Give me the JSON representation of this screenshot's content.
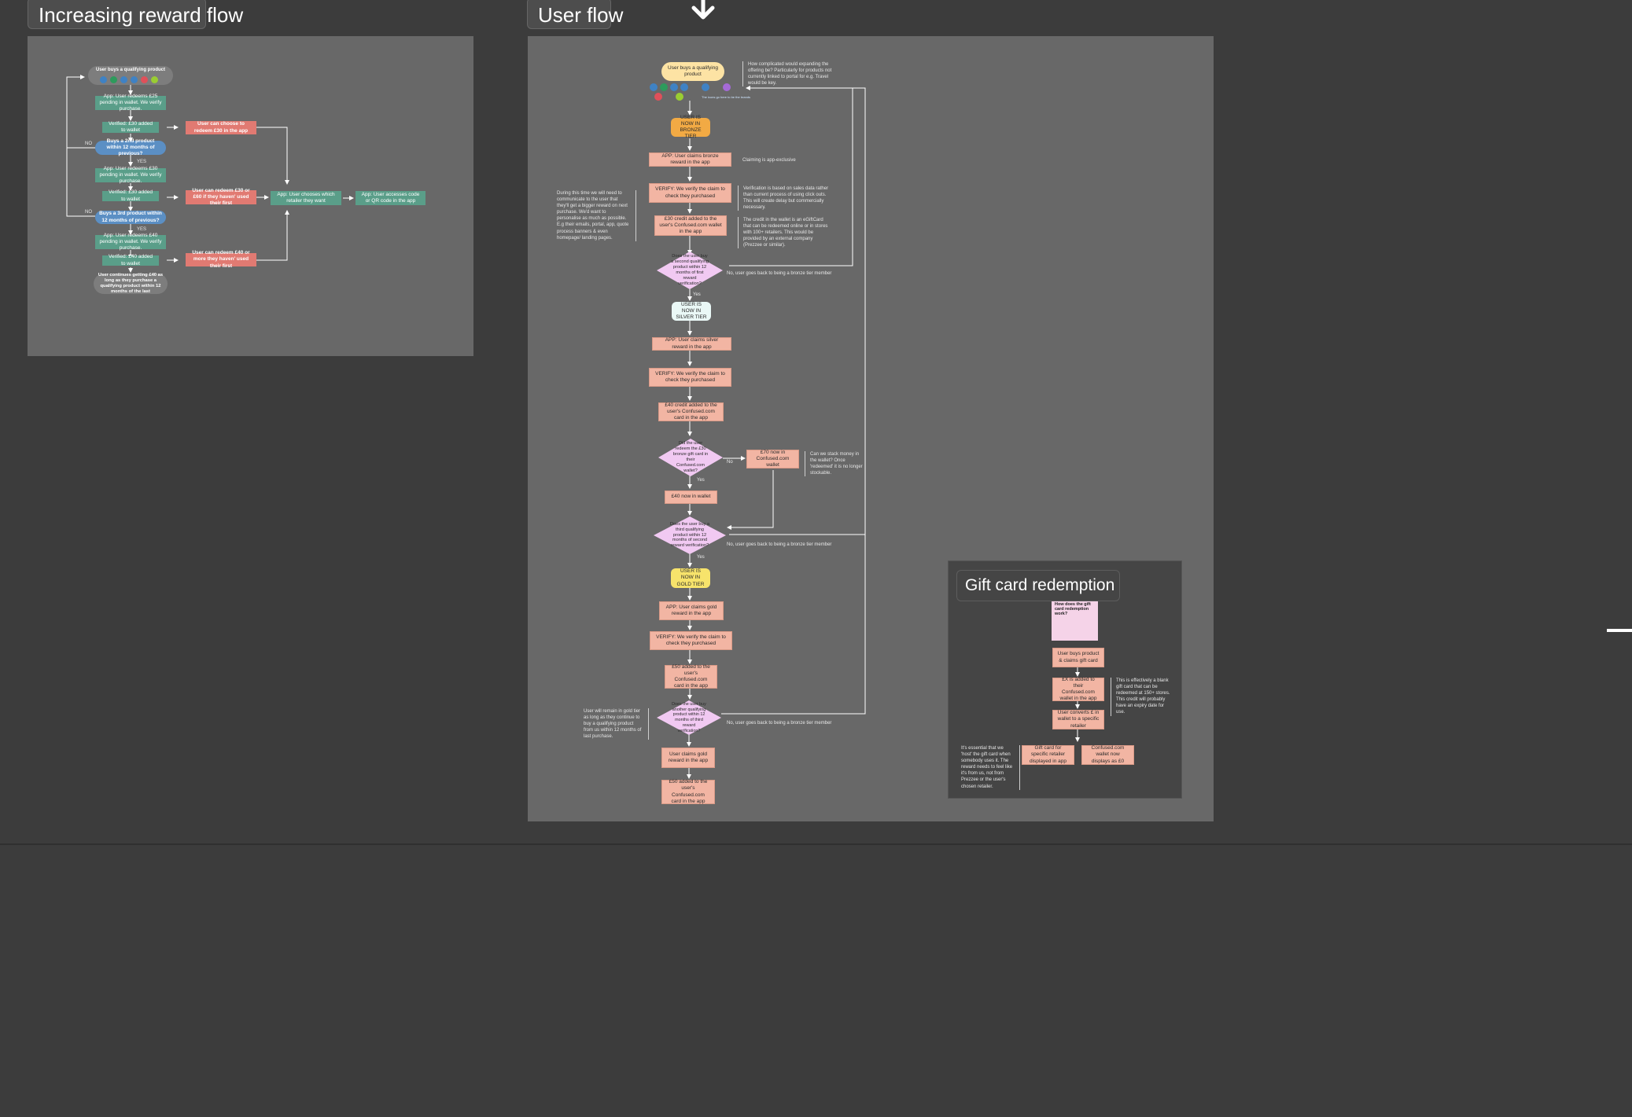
{
  "frames": {
    "reward_title": "Increasing reward flow",
    "user_title": "User flow",
    "gift_title": "Gift card redemption"
  },
  "reward": {
    "start": "User buys a qualifying product",
    "app1": "App: User redeems £25 pending in wallet. We verify purchase.",
    "ver1": "Verified: £30 added to wallet",
    "choose1": "User can choose to redeem £30 in the app",
    "q1": "Buys a 2nd product within 12 months of previous?",
    "app2": "App: User redeems £30 pending in wallet. We verify purchase.",
    "ver2": "Verified: £30 added to wallet",
    "choose2": "User can redeem £30 or £60 if they haven' used their first",
    "retailer": "App: User chooses which retailer they want",
    "code": "App: User accesses code or QR code in the app",
    "q2": "Buys a 3rd product within 12 months of previous?",
    "app3": "App: User redeems £40 pending in wallet. We verify purchase.",
    "ver3": "Verified: £40 added to wallet",
    "choose3": "User can redeem £40 or more they haven' used their first",
    "end": "User continues getting £40 as long as they purchase a qualifying product within 12 months of the last",
    "no": "NO",
    "yes": "YES"
  },
  "user": {
    "start": "User buys a qualifying product",
    "note_start": "How complicated would expanding the offering be? Particularly for products not currently linked to portal for e.g. Travel would be key.",
    "bronze": "USER IS NOW IN BRONZE TIER",
    "claim_bronze": "APP: User claims bronze reward in the app",
    "note_claim": "Claiming is app-exclusive",
    "verify1": "VERIFY: We verify the claim to check they purchased",
    "note_verify": "Verification is based on sales data rather than current process of using click outs. This will create delay but commercially necessary.",
    "credit30": "£30 credit added to the user's Confused.com wallet in the app",
    "note_credit": "The credit in the wallet is an eGiftCard that can be redeemed online or in stores with 100+ retailers. This would be provided by an external company (Prezzee or similar).",
    "note_left": "During this time we will need to communicate to the user that they'll get a bigger reward on next purchase. We'd want to personalise as much as possible. E.g their emails, portal, app, quote process banners & even homepage/ landing pages.",
    "q_second": "Does the user buy a second qualifying product within 12 months of first reward verification?",
    "no_bronze1": "No, user goes back to being a bronze tier member",
    "yes": "Yes",
    "no": "No",
    "silver": "USER IS NOW IN SILVER TIER",
    "claim_silver": "APP: User claims silver reward in the app",
    "verify2": "VERIFY: We verify the claim to check they purchased",
    "credit40": "£40 credit added to the user's Confused.com card in the app",
    "q_redeem": "Did the user redeem the £30 bronze gift card in their Confused.com wallet?",
    "wallet70": "£70 now in Confused.com wallet",
    "note_stack": "Can we stack money in the wallet? Once 'redeemed' it is no longer stockable.",
    "wallet40": "£40 now in wallet",
    "q_third": "Does the user buy a third qualifying product within 12 months of second reward verification?",
    "no_bronze2": "No, user goes back to being a bronze tier member",
    "gold": "USER IS NOW IN GOLD TIER",
    "claim_gold": "APP: User claims gold reward in the app",
    "verify3": "VERIFY: We verify the claim to check they purchased",
    "credit50": "£50 added to the user's Confused.com card in the app",
    "q_another": "Does the user buy another qualifying product within 12 months of third reward verification?",
    "note_gold": "User will remain in gold tier as long as they continue to buy a qualifying product from us within 12 months of last purchase.",
    "no_bronze3": "No, user goes back to being a bronze tier member",
    "claim_gold2": "User claims gold reward in the app",
    "credit50b": "£50 added to the user's Confused.com card in the app",
    "legend": "The icons go here to be the brands"
  },
  "gift": {
    "sticky": "How does the gift card redemption work?",
    "buys": "User buys product & claims gift card",
    "added": "£X is added to their Confused.com wallet in the app",
    "note_blank": "This is effectively a blank gift card that can be redeemed at 150+ stores. This credit will probably have an expiry date for use.",
    "converts": "User converts £ in wallet to a specific retailer",
    "note_host": "It's essential that we 'host' the gift card when somebody uses it. The reward needs to feel like it's from us, not from Prezzee or the user's chosen retailer.",
    "giftcard": "Gift card for specific retailer displayed in app",
    "wallet0": "Confused.com wallet now displays as £0"
  },
  "colors": {
    "canvas": "#3c3c3c",
    "panel": "#686868",
    "teal": "#5a9e89",
    "blue": "#5b8fc4",
    "red": "#e17a72",
    "salmon": "#f2b5a3",
    "diamond": "#f1c9f2",
    "bronze": "#f2aa44",
    "silver": "#eaf8f6",
    "gold": "#f7e36b",
    "start_pill": "#fde3a4"
  },
  "icons": [
    "car-icon",
    "home-icon",
    "van-icon",
    "bike-icon",
    "pet-icon",
    "travel-icon",
    "heart-icon",
    "life-icon",
    "arrow-down-icon"
  ]
}
